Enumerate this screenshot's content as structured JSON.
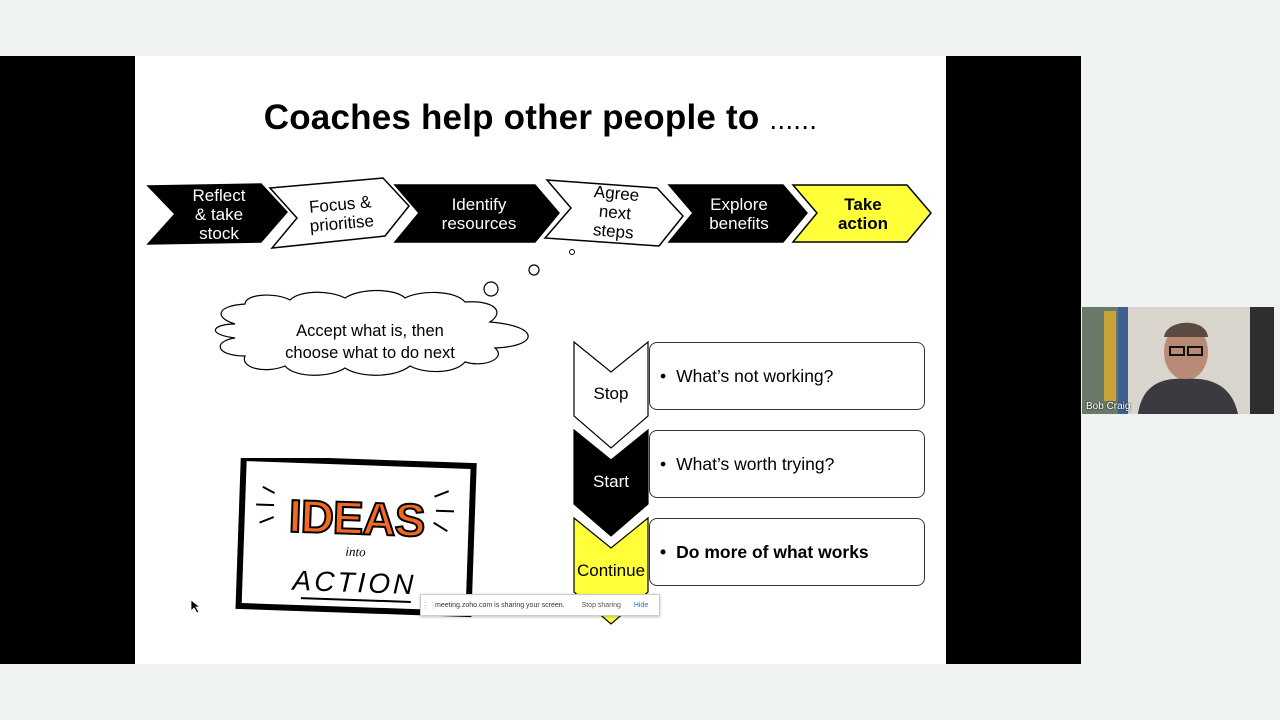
{
  "slide": {
    "title": "Coaches help other people to",
    "title_dots": "......",
    "steps": [
      {
        "lines": [
          "Reflect",
          "& take",
          "stock"
        ],
        "style": "dark"
      },
      {
        "lines": [
          "Focus &",
          "prioritise"
        ],
        "style": "light"
      },
      {
        "lines": [
          "Identify",
          "resources"
        ],
        "style": "dark"
      },
      {
        "lines": [
          "Agree",
          "next",
          "steps"
        ],
        "style": "light"
      },
      {
        "lines": [
          "Explore",
          "benefits"
        ],
        "style": "dark"
      },
      {
        "lines": [
          "Take",
          "action"
        ],
        "style": "yellow"
      }
    ],
    "thought_bubble": [
      "Accept what is, then",
      "choose what to do next"
    ],
    "stop_start_continue": [
      {
        "label": "Stop",
        "text": "What’s not working?"
      },
      {
        "label": "Start",
        "text": "What’s worth trying?"
      },
      {
        "label": "Continue",
        "text": "Do more of what works"
      }
    ],
    "ideas_image": {
      "line1": "IDEAS",
      "line2": "into",
      "line3": "ACTION"
    },
    "colors": {
      "yellow": "#ffff3a",
      "dark": "#000000",
      "ideas_orange": "#f26a21"
    }
  },
  "share_bar": {
    "message": "meeting.zoho.com is sharing your screen.",
    "stop_label": "Stop sharing",
    "hide_label": "Hide"
  },
  "participant": {
    "name": "Bob Craig"
  }
}
